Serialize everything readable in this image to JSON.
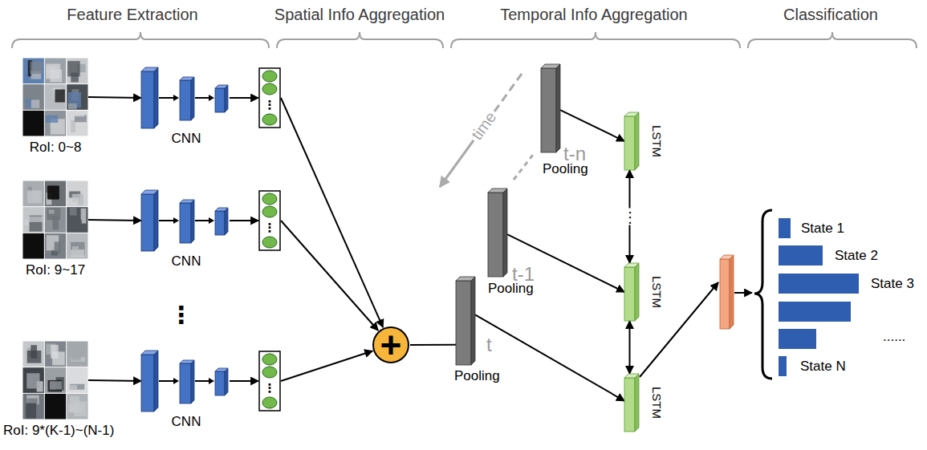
{
  "diagram": {
    "nodes": [
      {
        "text": [
          "RoI: 0~8"
        ]
      },
      {
        "text": [
          "CNN"
        ]
      },
      {
        "text": [
          "⋮"
        ]
      },
      {
        "text": [
          "RoI: 9~17"
        ]
      },
      {
        "text": [
          "CNN"
        ]
      },
      {
        "text": [
          "⋮"
        ]
      },
      {
        "text": [
          "RoI: 9*(K-1)~(N-1)"
        ]
      },
      {
        "text": [
          "CNN"
        ]
      },
      {
        "text": [
          "⋮"
        ]
      },
      {
        "text": [
          "+"
        ]
      },
      {
        "text": [
          "t-n",
          "Pooling"
        ]
      },
      {
        "text": [
          "t-1",
          "Pooling"
        ]
      },
      {
        "text": [
          "t",
          "Pooling"
        ]
      },
      {
        "text": [
          "LSTM"
        ]
      },
      {
        "text": [
          "LSTM"
        ]
      },
      {
        "text": [
          "LSTM"
        ]
      }
    ],
    "edges": [
      {
        "from": 0,
        "to": 1,
        "arrow": "to"
      },
      {
        "from": 1,
        "to": 2,
        "arrow": "to"
      },
      {
        "from": 3,
        "to": 4,
        "arrow": "to"
      },
      {
        "from": 4,
        "to": 5,
        "arrow": "to"
      },
      {
        "from": 6,
        "to": 7,
        "arrow": "to"
      },
      {
        "from": 7,
        "to": 8,
        "arrow": "to"
      },
      {
        "from": 2,
        "to": 9,
        "arrow": "to"
      },
      {
        "from": 5,
        "to": 9,
        "arrow": "to"
      },
      {
        "from": 8,
        "to": 9,
        "arrow": "to"
      },
      {
        "from": 9,
        "to": 12,
        "arrow": "none"
      },
      {
        "from": 10,
        "to": 13,
        "arrow": "to"
      },
      {
        "from": 11,
        "to": 14,
        "arrow": "to"
      },
      {
        "from": 12,
        "to": 15,
        "arrow": "to"
      },
      {
        "from": 13,
        "to": 14,
        "arrow": "both"
      },
      {
        "from": 14,
        "to": 15,
        "arrow": "both"
      }
    ],
    "labels": [
      "Feature Extraction",
      "Spatial Info Aggregation",
      "Temporal Info Aggregation",
      "Classification",
      "⋮",
      "time",
      "⋮",
      "State 1",
      "State 2",
      "State 3",
      "......",
      "State N"
    ]
  }
}
